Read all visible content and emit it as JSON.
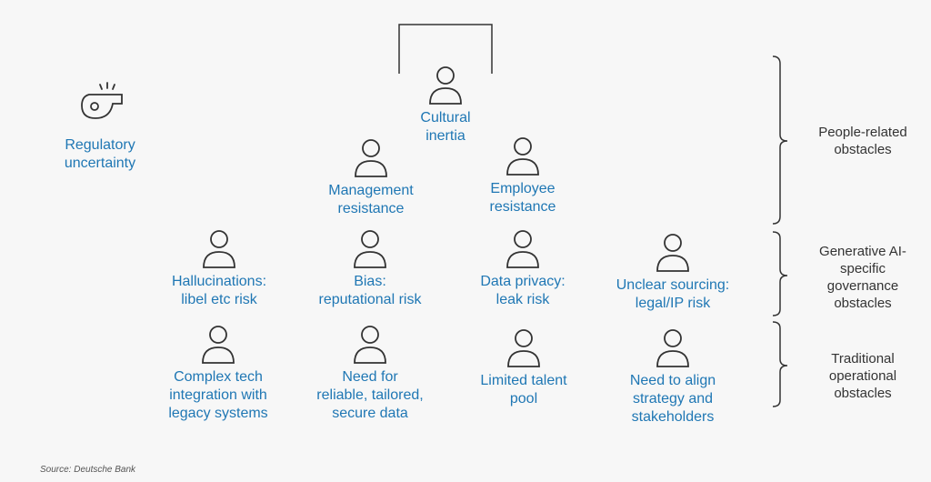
{
  "colors": {
    "label": "#1f77b4",
    "icon": "#333333",
    "text": "#333333"
  },
  "regulatory": {
    "label": "Regulatory\nuncertainty",
    "icon": "whistle-icon"
  },
  "nodes": {
    "cultural": "Cultural\ninertia",
    "management": "Management\nresistance",
    "employee": "Employee\nresistance",
    "hallucinations": "Hallucinations:\nlibel etc risk",
    "bias": "Bias:\nreputational risk",
    "privacy": "Data privacy:\nleak risk",
    "sourcing": "Unclear sourcing:\nlegal/IP risk",
    "tech": "Complex tech\nintegration with\nlegacy systems",
    "data": "Need for\nreliable, tailored,\nsecure data",
    "talent": "Limited talent\npool",
    "align": "Need to align\nstrategy and\nstakeholders"
  },
  "groups": {
    "people": "People-related\nobstacles",
    "genai": "Generative AI-\nspecific\ngovernance\nobstacles",
    "traditional": "Traditional\noperational\nobstacles"
  },
  "source": "Source: Deutsche Bank"
}
